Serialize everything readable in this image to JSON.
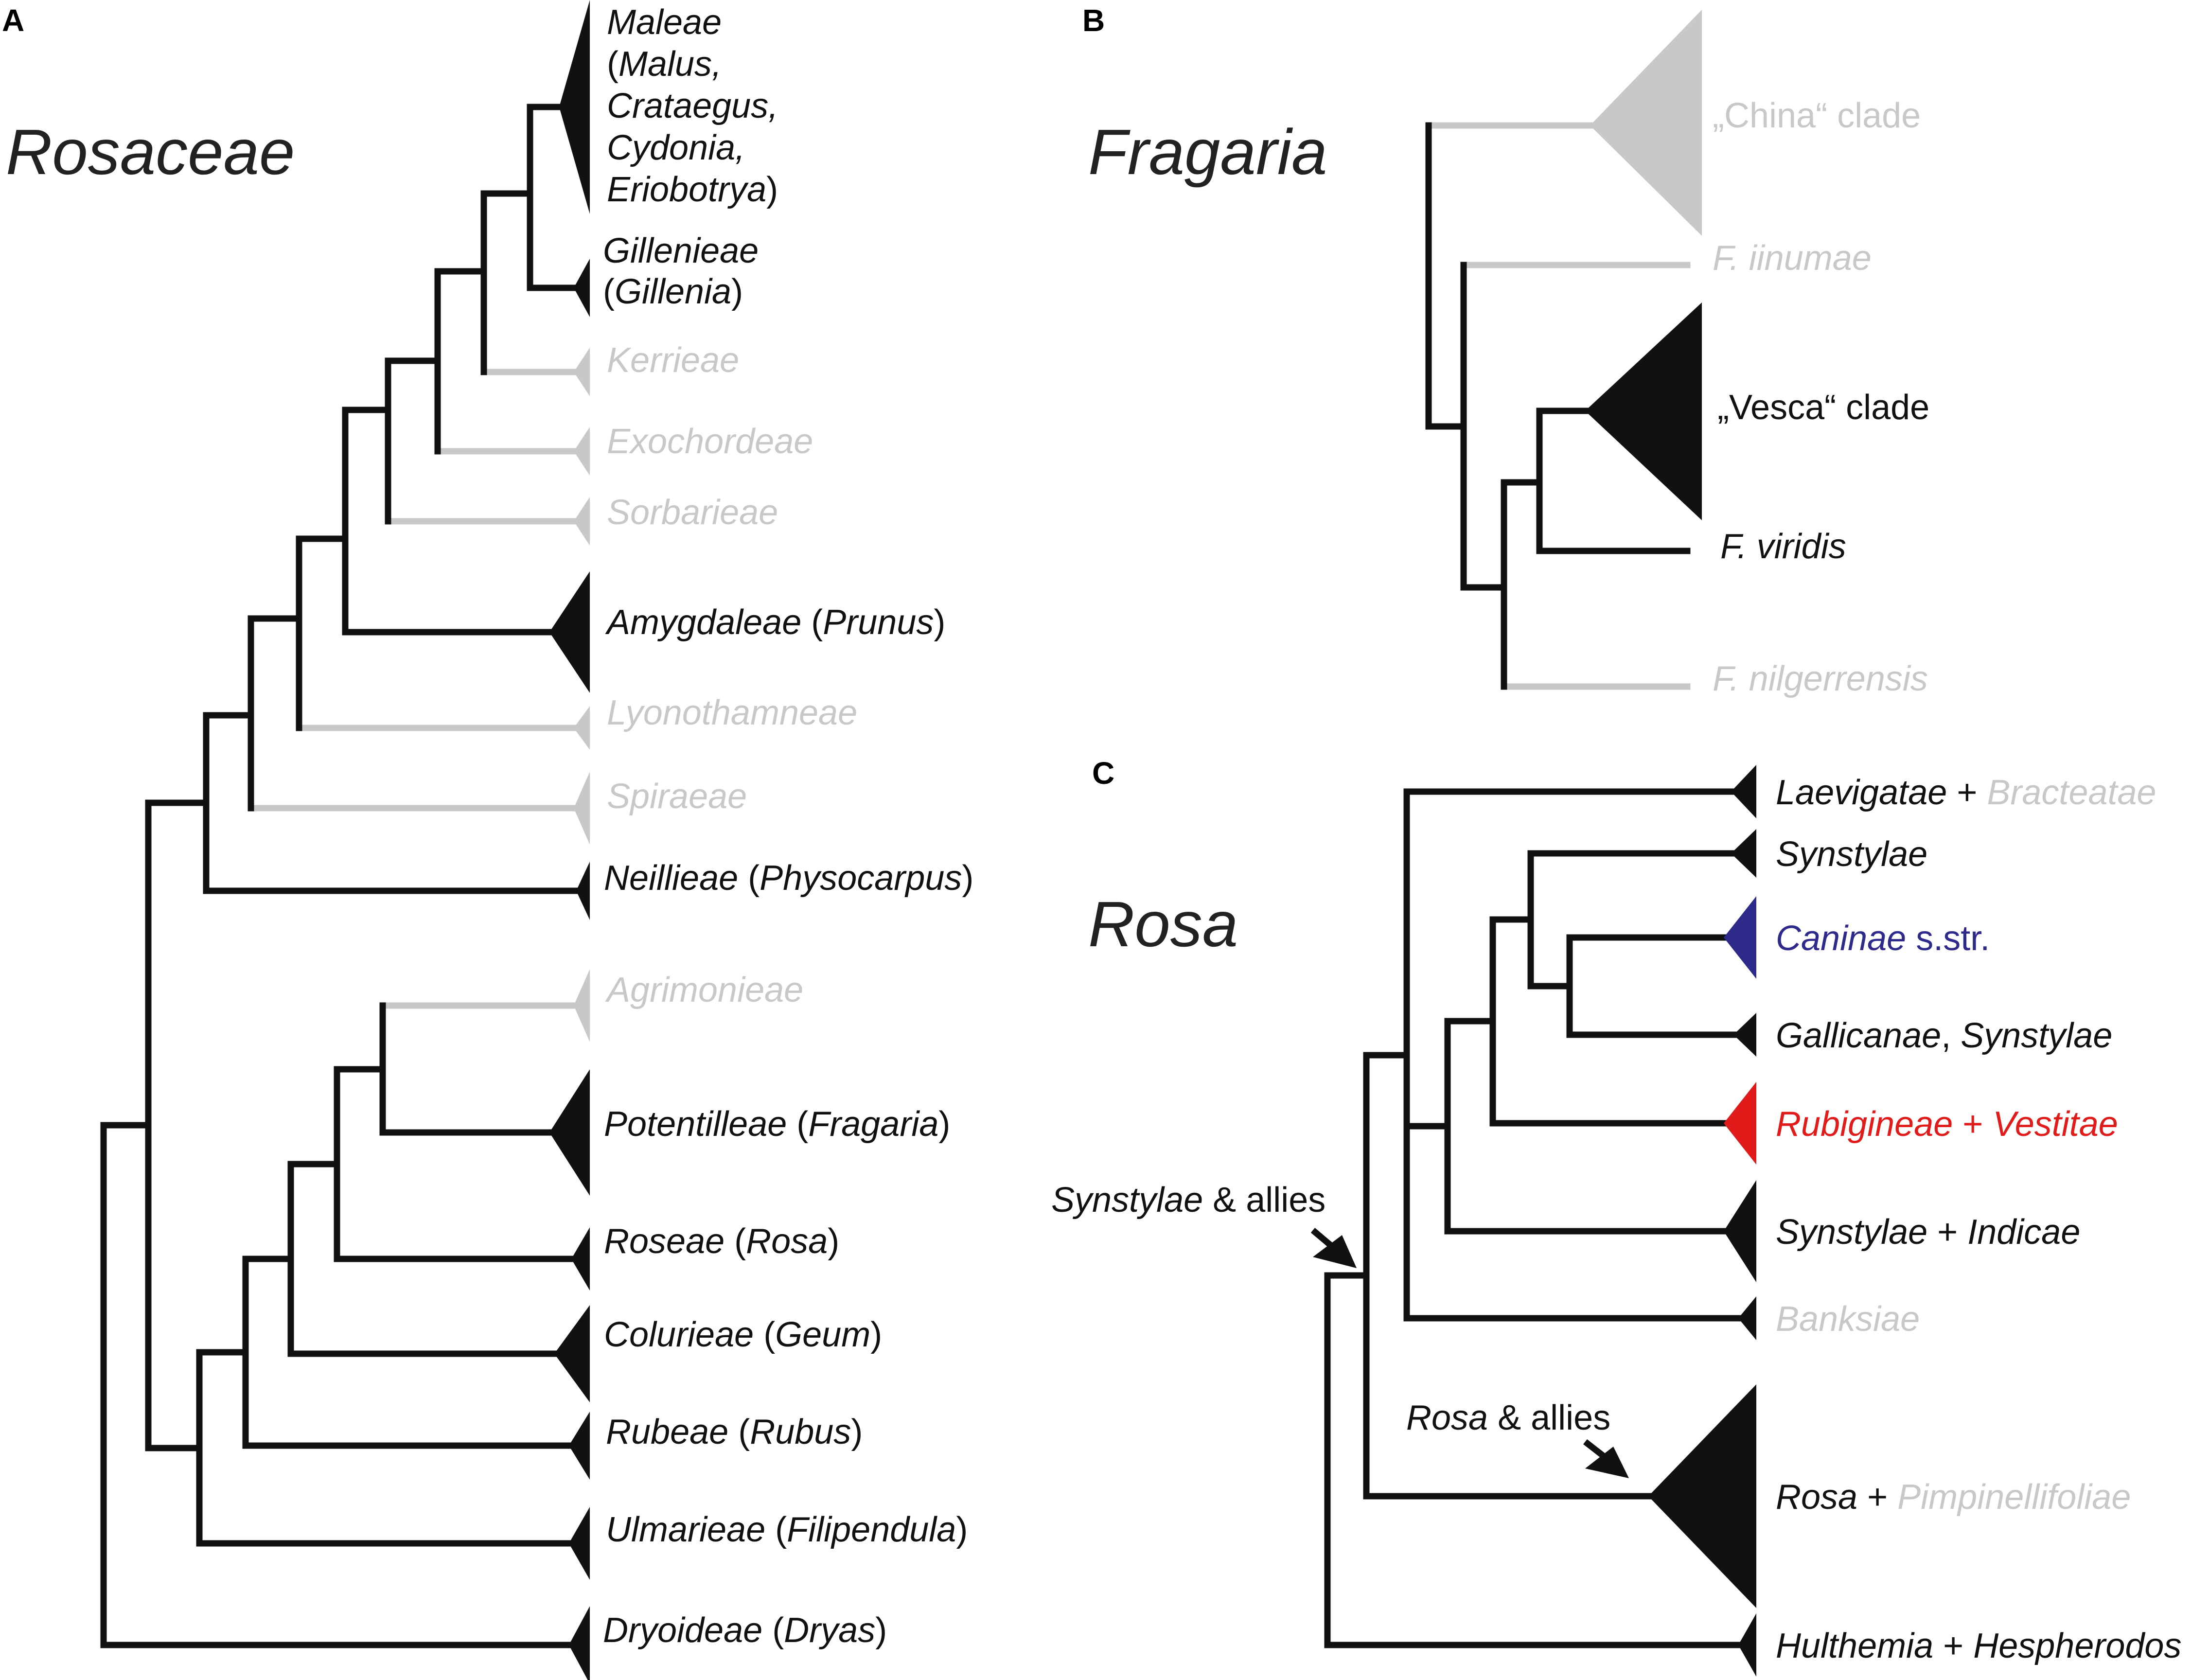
{
  "colors": {
    "black": "#111111",
    "grey": "#c8c8c8",
    "blue": "#2e2a8c",
    "red": "#e11a1a"
  },
  "panels": {
    "A": {
      "letter": "A",
      "genus": "Rosaceae",
      "tips": [
        {
          "lines": [
            [
              [
                "Maleae",
                "it"
              ]
            ],
            [
              [
                "(",
                ""
              ],
              [
                "Malus,",
                "it"
              ]
            ],
            [
              [
                "Crataegus,",
                "it"
              ]
            ],
            [
              [
                "Cydonia,",
                "it"
              ]
            ],
            [
              [
                "Eriobotrya",
                "it"
              ],
              [
                ")",
                ""
              ]
            ]
          ],
          "color": "black"
        },
        {
          "lines": [
            [
              [
                "Gillenieae",
                "it"
              ]
            ],
            [
              [
                "(",
                ""
              ],
              [
                "Gillenia",
                "it"
              ],
              [
                ")",
                ""
              ]
            ]
          ],
          "color": "black"
        },
        {
          "lines": [
            [
              [
                "Kerrieae",
                "it"
              ]
            ]
          ],
          "color": "grey"
        },
        {
          "lines": [
            [
              [
                "Exochordeae",
                "it"
              ]
            ]
          ],
          "color": "grey"
        },
        {
          "lines": [
            [
              [
                "Sorbarieae",
                "it"
              ]
            ]
          ],
          "color": "grey"
        },
        {
          "lines": [
            [
              [
                "Amygdaleae",
                "it"
              ],
              [
                " (",
                ""
              ],
              [
                "Prunus",
                "it"
              ],
              [
                ")",
                ""
              ]
            ]
          ],
          "color": "black"
        },
        {
          "lines": [
            [
              [
                "Lyonothamneae",
                "it"
              ]
            ]
          ],
          "color": "grey"
        },
        {
          "lines": [
            [
              [
                "Spiraeae",
                "it"
              ]
            ]
          ],
          "color": "grey"
        },
        {
          "lines": [
            [
              [
                "Neillieae",
                "it"
              ],
              [
                " (",
                ""
              ],
              [
                "Physocarpus",
                "it"
              ],
              [
                ")",
                ""
              ]
            ]
          ],
          "color": "black"
        },
        {
          "lines": [
            [
              [
                "Agrimonieae",
                "it"
              ]
            ]
          ],
          "color": "grey"
        },
        {
          "lines": [
            [
              [
                "Potentilleae",
                "it"
              ],
              [
                " (",
                ""
              ],
              [
                "Fragaria",
                "it"
              ],
              [
                ")",
                ""
              ]
            ]
          ],
          "color": "black"
        },
        {
          "lines": [
            [
              [
                "Roseae",
                "it"
              ],
              [
                " (",
                ""
              ],
              [
                "Rosa",
                "it"
              ],
              [
                ")",
                ""
              ]
            ]
          ],
          "color": "black"
        },
        {
          "lines": [
            [
              [
                "Colurieae",
                "it"
              ],
              [
                " (",
                ""
              ],
              [
                "Geum",
                "it"
              ],
              [
                ")",
                ""
              ]
            ]
          ],
          "color": "black"
        },
        {
          "lines": [
            [
              [
                "Rubeae",
                "it"
              ],
              [
                " (",
                ""
              ],
              [
                "Rubus",
                "it"
              ],
              [
                ")",
                ""
              ]
            ]
          ],
          "color": "black"
        },
        {
          "lines": [
            [
              [
                "Ulmarieae",
                "it"
              ],
              [
                " (",
                ""
              ],
              [
                "Filipendula",
                "it"
              ],
              [
                ")",
                ""
              ]
            ]
          ],
          "color": "black"
        },
        {
          "lines": [
            [
              [
                "Dryoideae",
                "it"
              ],
              [
                " (",
                ""
              ],
              [
                "Dryas",
                "it"
              ],
              [
                ")",
                ""
              ]
            ]
          ],
          "color": "black"
        }
      ]
    },
    "B": {
      "letter": "B",
      "genus": "Fragaria",
      "tips": [
        {
          "lines": [
            [
              [
                "„China“ clade",
                ""
              ]
            ]
          ],
          "color": "grey"
        },
        {
          "lines": [
            [
              [
                "F. iinumae",
                "it"
              ]
            ]
          ],
          "color": "grey"
        },
        {
          "lines": [
            [
              [
                "„Vesca“ clade",
                ""
              ]
            ]
          ],
          "color": "black"
        },
        {
          "lines": [
            [
              [
                "F. viridis",
                "it"
              ]
            ]
          ],
          "color": "black"
        },
        {
          "lines": [
            [
              [
                "F. nilgerrensis",
                "it"
              ]
            ]
          ],
          "color": "grey"
        }
      ]
    },
    "C": {
      "letter": "C",
      "genus": "Rosa",
      "tips": [
        {
          "lines": [
            [
              [
                "Laevigatae",
                "it",
                "black"
              ],
              [
                " + ",
                "",
                "black"
              ],
              [
                "Bracteatae",
                "it",
                "grey"
              ]
            ]
          ]
        },
        {
          "lines": [
            [
              [
                "Synstylae",
                "it",
                "black"
              ]
            ]
          ]
        },
        {
          "lines": [
            [
              [
                "Caninae",
                "it",
                "blue"
              ],
              [
                " s.str.",
                "",
                "blue"
              ]
            ]
          ]
        },
        {
          "lines": [
            [
              [
                "Gallicanae",
                "it",
                "black"
              ],
              [
                ", ",
                "",
                "black"
              ],
              [
                "Synstylae",
                "it",
                "black"
              ]
            ]
          ]
        },
        {
          "lines": [
            [
              [
                "Rubigineae",
                "it",
                "red"
              ],
              [
                " + ",
                "",
                "red"
              ],
              [
                "Vestitae",
                "it",
                "red"
              ]
            ]
          ]
        },
        {
          "lines": [
            [
              [
                "Synstylae",
                "it",
                "black"
              ],
              [
                " + ",
                "",
                "black"
              ],
              [
                "Indicae",
                "it",
                "black"
              ]
            ]
          ]
        },
        {
          "lines": [
            [
              [
                "Banksiae",
                "it",
                "grey"
              ]
            ]
          ]
        },
        {
          "lines": [
            [
              [
                "Rosa",
                "it",
                "black"
              ],
              [
                " + ",
                "",
                "black"
              ],
              [
                "Pimpinellifoliae",
                "it",
                "grey"
              ]
            ]
          ]
        },
        {
          "lines": [
            [
              [
                "Hulthemia",
                "it",
                "black"
              ],
              [
                " + ",
                "",
                "black"
              ],
              [
                "Hespherodos",
                "it",
                "black"
              ]
            ]
          ]
        }
      ],
      "annotations": [
        {
          "parts": [
            [
              "Synstylae",
              "it"
            ],
            [
              " & allies",
              ""
            ]
          ]
        },
        {
          "parts": [
            [
              "Rosa",
              "it"
            ],
            [
              " & allies",
              ""
            ]
          ]
        }
      ]
    }
  }
}
